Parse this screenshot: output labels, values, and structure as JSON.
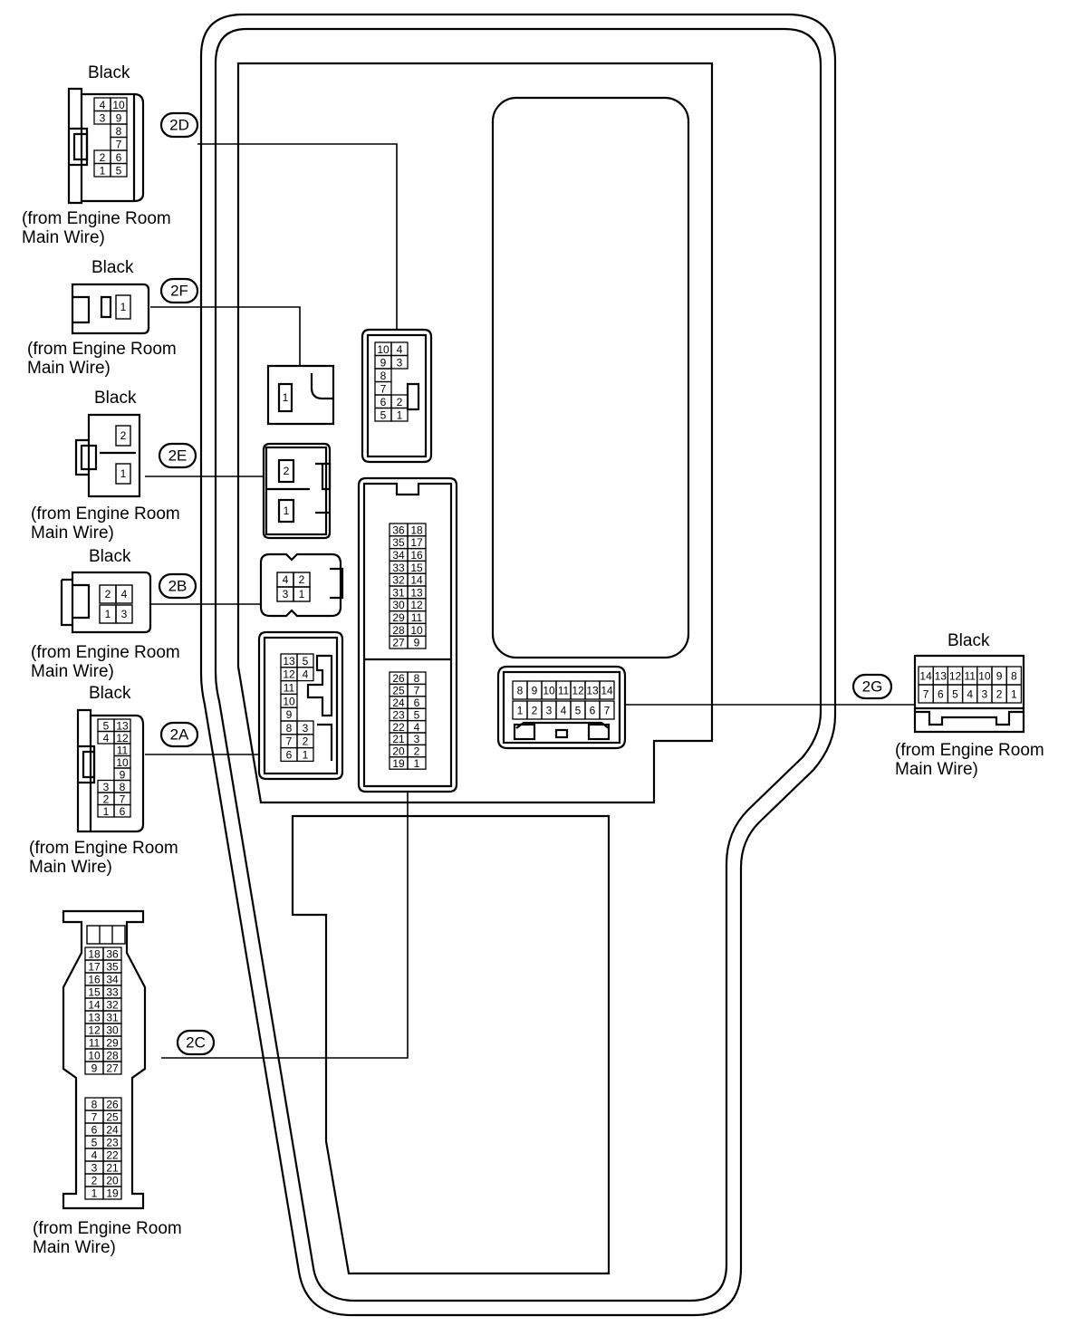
{
  "colors": {
    "line": "#000000",
    "background": "#ffffff"
  },
  "connectors": [
    {
      "id": "2D",
      "color_label": "Black",
      "source": [
        "(from Engine Room",
        "Main Wire)"
      ],
      "pins": [
        "4",
        "10",
        "3",
        "9",
        "8",
        "7",
        "2",
        "6",
        "1",
        "5"
      ],
      "block_pins": [
        "10",
        "4",
        "9",
        "3",
        "8",
        "7",
        "6",
        "2",
        "5",
        "1"
      ]
    },
    {
      "id": "2F",
      "color_label": "Black",
      "source": [
        "(from Engine Room",
        "Main Wire)"
      ],
      "pins": [
        "1"
      ],
      "block_pins": [
        "1"
      ]
    },
    {
      "id": "2E",
      "color_label": "Black",
      "source": [
        "(from Engine Room",
        "Main Wire)"
      ],
      "pins": [
        "2",
        "1"
      ],
      "block_pins": [
        "2",
        "1"
      ]
    },
    {
      "id": "2B",
      "color_label": "Black",
      "source": [
        "(from Engine Room",
        "Main Wire)"
      ],
      "pins": [
        "2",
        "4",
        "1",
        "3"
      ],
      "block_pins": [
        "4",
        "2",
        "3",
        "1"
      ]
    },
    {
      "id": "2A",
      "color_label": "Black",
      "source": [
        "(from Engine Room",
        "Main Wire)"
      ],
      "pins": [
        "5",
        "13",
        "4",
        "12",
        "11",
        "10",
        "9",
        "3",
        "8",
        "2",
        "7",
        "1",
        "6"
      ],
      "block_pins": [
        "13",
        "5",
        "12",
        "4",
        "11",
        "10",
        "9",
        "8",
        "3",
        "7",
        "2",
        "6",
        "1"
      ]
    },
    {
      "id": "2C",
      "color_label": "",
      "source": [
        "(from Engine Room",
        "Main Wire)"
      ],
      "pins_upper": [
        "18",
        "36",
        "17",
        "35",
        "16",
        "34",
        "15",
        "33",
        "14",
        "32",
        "13",
        "31",
        "12",
        "30",
        "11",
        "29",
        "10",
        "28",
        "9",
        "27"
      ],
      "pins_lower": [
        "8",
        "26",
        "7",
        "25",
        "6",
        "24",
        "5",
        "23",
        "4",
        "22",
        "3",
        "21",
        "2",
        "20",
        "1",
        "19"
      ],
      "block_pins_upper": [
        "36",
        "18",
        "35",
        "17",
        "34",
        "16",
        "33",
        "15",
        "32",
        "14",
        "31",
        "13",
        "30",
        "12",
        "29",
        "11",
        "28",
        "10",
        "27",
        "9"
      ],
      "block_pins_lower": [
        "26",
        "8",
        "25",
        "7",
        "24",
        "6",
        "23",
        "5",
        "22",
        "4",
        "21",
        "3",
        "20",
        "2",
        "19",
        "1"
      ]
    },
    {
      "id": "2G",
      "color_label": "Black",
      "source": [
        "(from Engine Room",
        "Main Wire)"
      ],
      "pins_top": [
        "14",
        "13",
        "12",
        "11",
        "10",
        "9",
        "8"
      ],
      "pins_bottom": [
        "7",
        "6",
        "5",
        "4",
        "3",
        "2",
        "1"
      ],
      "block_pins_top": [
        "8",
        "9",
        "10",
        "11",
        "12",
        "13",
        "14"
      ],
      "block_pins_bottom": [
        "1",
        "2",
        "3",
        "4",
        "5",
        "6",
        "7"
      ]
    }
  ]
}
